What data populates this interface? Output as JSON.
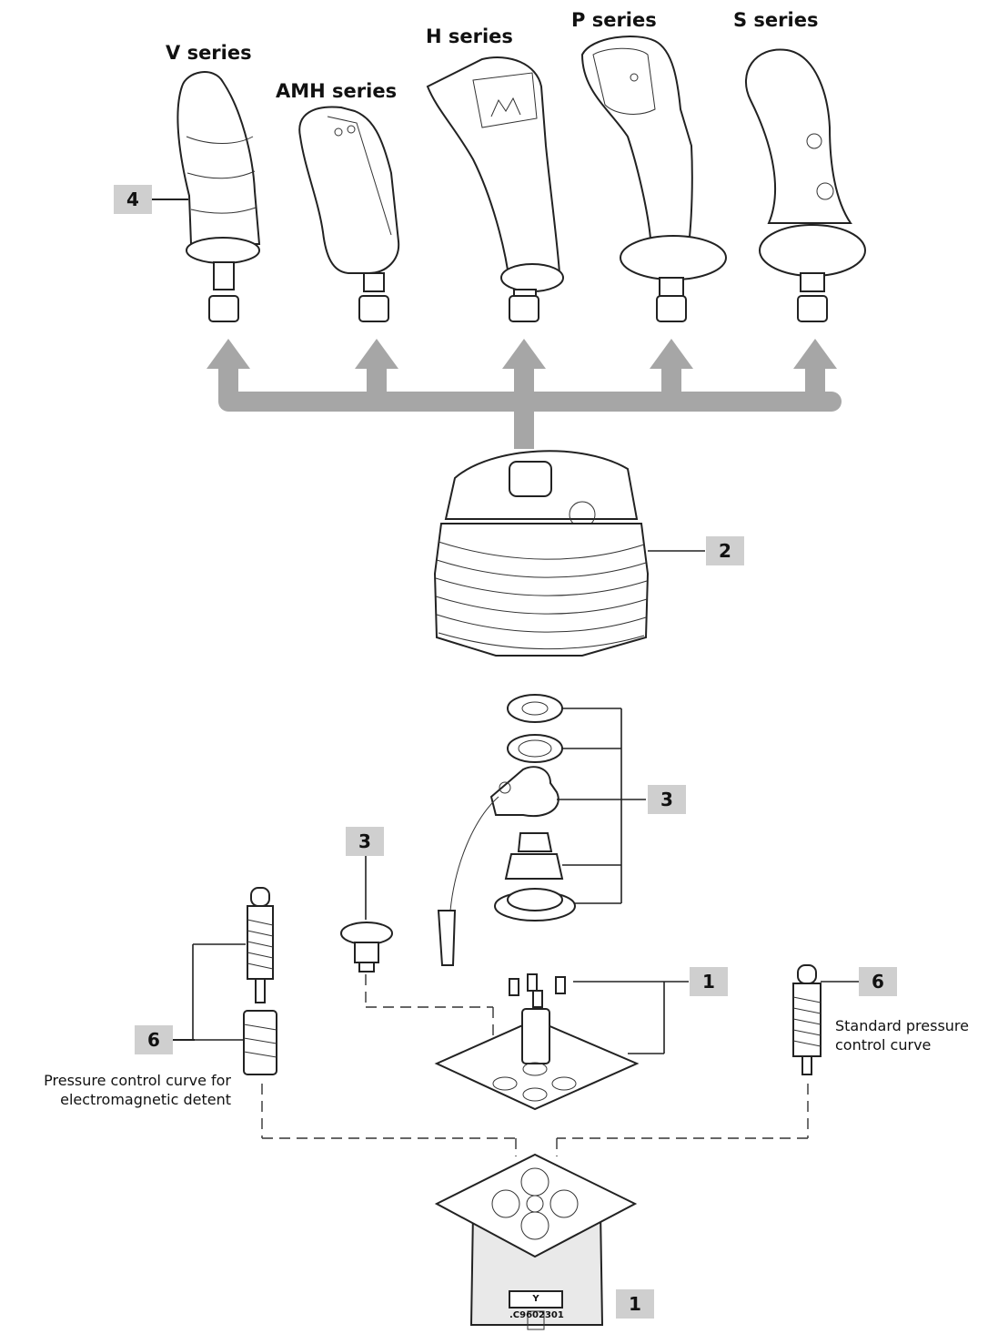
{
  "series": {
    "v": "V series",
    "amh": "AMH series",
    "h": "H series",
    "p": "P series",
    "s": "S series"
  },
  "callouts": {
    "handle": "4",
    "boot": "2",
    "mount_kit": "3",
    "pushbutton": "3",
    "plate": "1",
    "base": "1",
    "curve_left": "6",
    "curve_right": "6"
  },
  "notes": {
    "standard_line1": "Standard pressure",
    "standard_line2": "control curve",
    "em_line1": "Pressure control curve for",
    "em_line2": "electromagnetic detent"
  },
  "base_marking": "Y .C9602301",
  "colors": {
    "arrow": "#a6a6a6",
    "callout_bg": "#cfcfcf"
  }
}
